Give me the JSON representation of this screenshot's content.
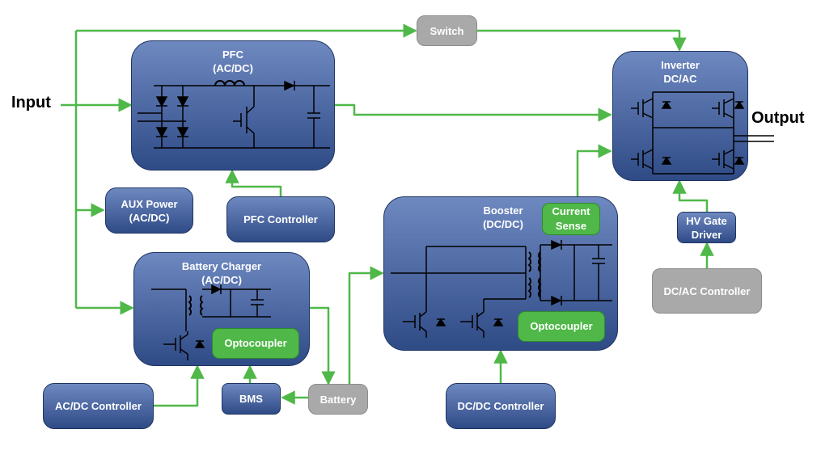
{
  "labels": {
    "input": "Input",
    "output": "Output"
  },
  "blocks": {
    "pfc": {
      "title": "PFC",
      "subtitle": "(AC/DC)"
    },
    "inverter": {
      "title": "Inverter",
      "subtitle": "DC/AC"
    },
    "aux_power": {
      "title": "AUX Power",
      "subtitle": "(AC/DC)"
    },
    "pfc_controller": {
      "title": "PFC Controller"
    },
    "battery_charger": {
      "title": "Battery Charger",
      "subtitle": "(AC/DC)"
    },
    "booster": {
      "title": "Booster",
      "subtitle": "(DC/DC)"
    },
    "hv_gate_driver": {
      "line1": "HV Gate",
      "line2": "Driver"
    },
    "acdc_controller": {
      "title": "AC/DC Controller"
    },
    "bms": {
      "title": "BMS"
    },
    "dcdc_controller": {
      "title": "DC/DC Controller"
    }
  },
  "gray_blocks": {
    "switch": "Switch",
    "battery": "Battery",
    "dcac_controller": "DC/AC Controller"
  },
  "green_blocks": {
    "current_sense": {
      "line1": "Current",
      "line2": "Sense"
    },
    "optocoupler_charger": "Optocoupler",
    "optocoupler_booster": "Optocoupler"
  },
  "colors": {
    "block_top": "#6e88c0",
    "block_bottom": "#2f4b86",
    "block_border": "#1f3563",
    "gray_block": "#a9a9a9",
    "green_block": "#4fb848",
    "connector": "#4fb848",
    "schematic": "#000000"
  }
}
